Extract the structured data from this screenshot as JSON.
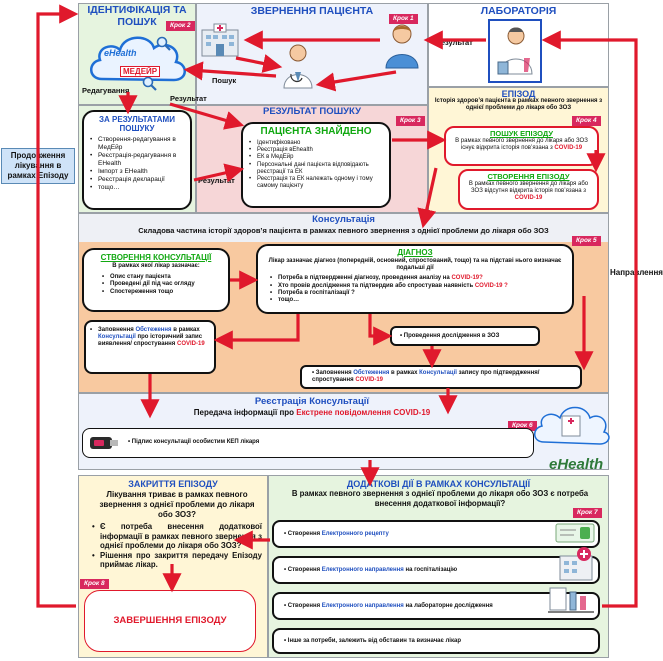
{
  "ident": {
    "title": "ІДЕНТИФІКАЦІЯ ТА ПОШУК",
    "step": "Крок 2",
    "ehealth": "eHealth",
    "medeir": "МЕДЕЙР",
    "edit_label": "Редагування"
  },
  "appeal": {
    "title": "ЗВЕРНЕННЯ ПАЦІЄНТА",
    "step": "Крок 1",
    "search_label": "Пошук"
  },
  "lab": {
    "title": "ЛАБОРАТОРІЯ",
    "result_label": "Результат"
  },
  "episode": {
    "title": "ЕПІЗОД",
    "subtitle": "Історія здоров’я пацієнта в рамках певного звернення з однієї проблеми до лікаря обо ЗОЗ",
    "step": "Крок 4"
  },
  "search_results": {
    "title": "ЗА РЕЗУЛЬТАТАМИ ПОШУКУ",
    "items": [
      "Створення-редагування в МедЕйр",
      "Реєстрація-редагування в EHealth",
      "Імпорт з EHealth",
      "Реєстрація декларації",
      "тощо…"
    ],
    "result_label": "Результат"
  },
  "search_result": {
    "title": "РЕЗУЛЬТАТ ПОШУКУ",
    "step": "Крок 3",
    "result_label": "Результат"
  },
  "patient_found": {
    "title": "ПАЦІЄНТА ЗНАЙДЕНО",
    "items": [
      "Ідентифіковано",
      "Реєстрація вEhealth",
      "ЕК в МедЕйр",
      "Персональні дані пацієнта відповідають реєстрації та ЕК",
      "Реєстрація та ЕК належать одному і тому самому пацієнту"
    ]
  },
  "episode_search": {
    "title": "ПОШУК ЕПІЗОДУ",
    "text": "В рамках певного звернення до лікаря або ЗОЗ існує відкрита історія пов’язана з ",
    "covid": "COVID-19"
  },
  "episode_create": {
    "title": "СТВОРЕННЯ ЕПІЗОДУ",
    "text": "В рамках певного звернення до лікаря або ЗОЗ відсутня відкрита історія пов’язана з ",
    "covid": "COVID-19"
  },
  "side": {
    "continue": "Продовження лікування в рамках Епізоду",
    "direction": "Направлення"
  },
  "consult": {
    "title": "Консультація",
    "subtitle": "Складова частина історії здоров’я пацієнта в рамках певного звернення з однієї проблеми до лікаря обо ЗОЗ",
    "step": "Крок 5"
  },
  "create_consult": {
    "title": "СТВОРЕННЯ КОНСУЛЬТАЦІЇ",
    "intro": "В рамках якої лікар зазначає:",
    "items": [
      "Опис стану пацієнта",
      "Проведені дії під час огляду",
      "Спостереження тощо"
    ]
  },
  "diagnosis": {
    "title": "ДІАГНОЗ",
    "intro": "Лікар зазначає діагноз (попередній, основний, спростований, тощо) та на підставі нього визначає подальші дії",
    "q1": "Потреба в підтвердженні діагнозу, проведення аналізу на ",
    "q1_covid": "COVID-19?",
    "q2": "Хто провів дослідження та підтвердив або спростував наявність ",
    "q2_covid": "COVID-19 ?",
    "q3": "Потреба в госпіталізації ?",
    "q4": "тощо…"
  },
  "fill_obs": {
    "pre": "Заповнення ",
    "obs": "Обстеження",
    "mid": " в рамках ",
    "cons": "Консультації",
    "post": " про історичний запис виявлення/ спростування ",
    "covid": "COVID-19"
  },
  "research": {
    "text": "Проведення дослідження в ЗОЗ"
  },
  "fill_obs2": {
    "pre": "Заповнення ",
    "obs": "Обстеження",
    "mid": " в рамках ",
    "cons": "Консультації",
    "post": " запису про підтвердження/ спростування ",
    "covid": "COVID-19"
  },
  "reg_consult": {
    "title": "Реєстрація Консультації",
    "sub_pre": "Передача інформації про ",
    "sub_red": "Екстрене повідомлення COVID-19",
    "step": "Крок 6",
    "sign": "Підпис консультації особистим КЕП лікаря",
    "ehealth": "eHealth"
  },
  "close_episode": {
    "title": "ЗАКРИТТЯ ЕПІЗОДУ",
    "text": "Лікування триває в рамках певного звернення з однієї проблеми до лікаря обо ЗОЗ?",
    "items": [
      "Є потреба внесення додаткової інформації в рамках певного звернення з однієї проблеми до лікаря обо ЗОЗ?",
      "Рішення про закриття передачу Епізоду приймає лікар."
    ],
    "step": "Крок 8",
    "finish": "ЗАВЕРШЕННЯ ЕПІЗОДУ"
  },
  "additional": {
    "title": "ДОДАТКОВІ ДІЇ В РАМКАХ КОНСУЛЬТАЦІЇ",
    "subtitle": "В рамках певного звернення з однієї проблеми до лікаря обо ЗОЗ є потреба внесення додаткової інформації?",
    "step": "Крок 7",
    "a1_pre": "Створення ",
    "a1_blue": "Електронного рецепту",
    "a2_pre": "Створення ",
    "a2_blue": "Електронного направлення",
    "a2_post": " на госпіталізацію",
    "a3_pre": "Створення ",
    "a3_blue": "Електронного направлення",
    "a3_post": " на лабораторне дослідження",
    "a4": "Інше за потреби, залежить від обставин та визначає лікар"
  }
}
